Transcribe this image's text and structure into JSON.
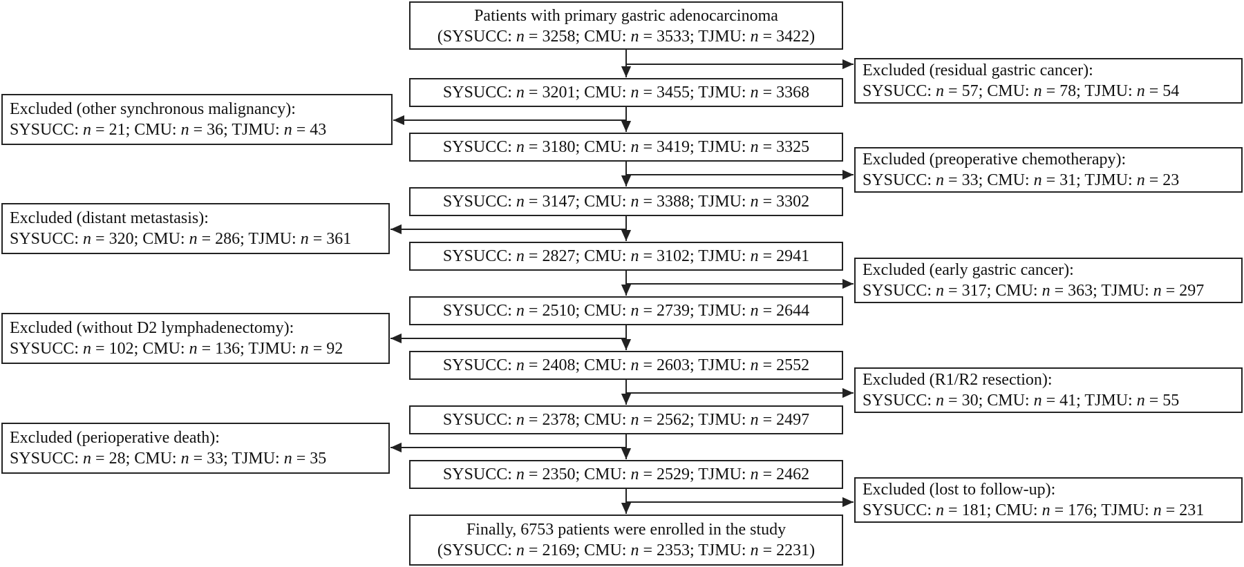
{
  "top": {
    "line1": "Patients with primary gastric adenocarcinoma",
    "counts": [
      "3258",
      "3533",
      "3422"
    ]
  },
  "bottom": {
    "line1": "Finally, 6753 patients were enrolled in the study",
    "counts": [
      "2169",
      "2353",
      "2231"
    ]
  },
  "labels": {
    "sysucc": "SYSUCC",
    "cmu": "CMU",
    "tjmu": "TJMU",
    "n": "n"
  },
  "steps": [
    {
      "counts": [
        "3201",
        "3455",
        "3368"
      ]
    },
    {
      "counts": [
        "3180",
        "3419",
        "3325"
      ]
    },
    {
      "counts": [
        "3147",
        "3388",
        "3302"
      ]
    },
    {
      "counts": [
        "2827",
        "3102",
        "2941"
      ]
    },
    {
      "counts": [
        "2510",
        "2739",
        "2644"
      ]
    },
    {
      "counts": [
        "2408",
        "2603",
        "2552"
      ]
    },
    {
      "counts": [
        "2378",
        "2562",
        "2497"
      ]
    },
    {
      "counts": [
        "2350",
        "2529",
        "2462"
      ]
    }
  ],
  "exclusions": [
    {
      "side": "right",
      "title": "Excluded (residual gastric cancer):",
      "counts": [
        "57",
        "78",
        "54"
      ]
    },
    {
      "side": "left",
      "title": "Excluded (other synchronous malignancy):",
      "counts": [
        "21",
        "36",
        "43"
      ]
    },
    {
      "side": "right",
      "title": "Excluded (preoperative chemotherapy):",
      "counts": [
        "33",
        "31",
        "23"
      ]
    },
    {
      "side": "left",
      "title": "Excluded (distant metastasis):",
      "counts": [
        "320",
        "286",
        "361"
      ]
    },
    {
      "side": "right",
      "title": "Excluded (early gastric cancer):",
      "counts": [
        "317",
        "363",
        "297"
      ]
    },
    {
      "side": "left",
      "title": "Excluded (without D2 lymphadenectomy):",
      "counts": [
        "102",
        "136",
        "92"
      ]
    },
    {
      "side": "right",
      "title": "Excluded (R1/R2 resection):",
      "counts": [
        "30",
        "41",
        "55"
      ]
    },
    {
      "side": "left",
      "title": "Excluded (perioperative death):",
      "counts": [
        "28",
        "33",
        "35"
      ]
    },
    {
      "side": "right",
      "title": "Excluded (lost to follow-up):",
      "counts": [
        "181",
        "176",
        "231"
      ]
    }
  ]
}
